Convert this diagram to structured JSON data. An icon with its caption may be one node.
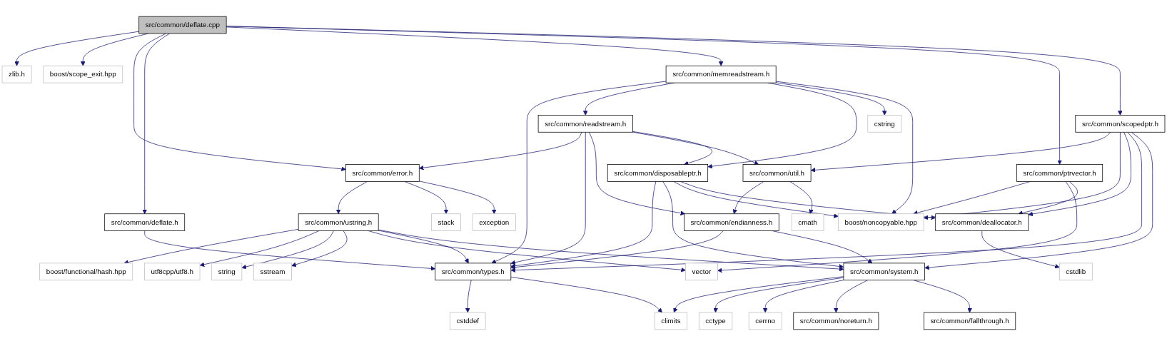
{
  "diagram": {
    "nodes": [
      {
        "text": [
          "src/common/deflate.cpp"
        ]
      },
      {
        "text": [
          "zlib.h"
        ]
      },
      {
        "text": [
          "boost/scope_exit.hpp"
        ]
      },
      {
        "text": [
          "src/common/memreadstream.h"
        ]
      },
      {
        "text": [
          "src/common/deflate.h"
        ]
      },
      {
        "text": [
          "src/common/readstream.h"
        ]
      },
      {
        "text": [
          "cstring"
        ]
      },
      {
        "text": [
          "src/common/scopedptr.h"
        ]
      },
      {
        "text": [
          "src/common/error.h"
        ]
      },
      {
        "text": [
          "src/common/util.h"
        ]
      },
      {
        "text": [
          "src/common/disposableptr.h"
        ]
      },
      {
        "text": [
          "src/common/ptrvector.h"
        ]
      },
      {
        "text": [
          "src/common/ustring.h"
        ]
      },
      {
        "text": [
          "stack"
        ]
      },
      {
        "text": [
          "exception"
        ]
      },
      {
        "text": [
          "src/common/endianness.h"
        ]
      },
      {
        "text": [
          "cmath"
        ]
      },
      {
        "text": [
          "boost/noncopyable.hpp"
        ]
      },
      {
        "text": [
          "src/common/deallocator.h"
        ]
      },
      {
        "text": [
          "boost/functional/hash.hpp"
        ]
      },
      {
        "text": [
          "utf8cpp/utf8.h"
        ]
      },
      {
        "text": [
          "string"
        ]
      },
      {
        "text": [
          "sstream"
        ]
      },
      {
        "text": [
          "vector"
        ]
      },
      {
        "text": [
          "src/common/types.h"
        ]
      },
      {
        "text": [
          "src/common/system.h"
        ]
      },
      {
        "text": [
          "cstdlib"
        ]
      },
      {
        "text": [
          "cstddef"
        ]
      },
      {
        "text": [
          "climits"
        ]
      },
      {
        "text": [
          "cctype"
        ]
      },
      {
        "text": [
          "cerrno"
        ]
      },
      {
        "text": [
          "src/common/noreturn.h"
        ]
      },
      {
        "text": [
          "src/common/fallthrough.h"
        ]
      }
    ],
    "edges": [
      {
        "from": 0,
        "to": 1,
        "arrow": "to"
      },
      {
        "from": 0,
        "to": 2,
        "arrow": "to"
      },
      {
        "from": 0,
        "to": 8,
        "arrow": "to"
      },
      {
        "from": 0,
        "to": 4,
        "arrow": "to"
      },
      {
        "from": 0,
        "to": 3,
        "arrow": "to"
      },
      {
        "from": 0,
        "to": 11,
        "arrow": "to"
      },
      {
        "from": 0,
        "to": 7,
        "arrow": "to"
      },
      {
        "from": 3,
        "to": 24,
        "arrow": "to"
      },
      {
        "from": 3,
        "to": 5,
        "arrow": "to"
      },
      {
        "from": 3,
        "to": 10,
        "arrow": "to"
      },
      {
        "from": 3,
        "to": 6,
        "arrow": "to"
      },
      {
        "from": 3,
        "to": 17,
        "arrow": "to"
      },
      {
        "from": 4,
        "to": 24,
        "arrow": "to"
      },
      {
        "from": 5,
        "to": 8,
        "arrow": "to"
      },
      {
        "from": 5,
        "to": 24,
        "arrow": "to"
      },
      {
        "from": 5,
        "to": 15,
        "arrow": "to"
      },
      {
        "from": 5,
        "to": 9,
        "arrow": "to"
      },
      {
        "from": 5,
        "to": 10,
        "arrow": "to"
      },
      {
        "from": 7,
        "to": 9,
        "arrow": "to"
      },
      {
        "from": 7,
        "to": 17,
        "arrow": "to"
      },
      {
        "from": 7,
        "to": 18,
        "arrow": "to"
      },
      {
        "from": 7,
        "to": 24,
        "arrow": "to"
      },
      {
        "from": 7,
        "to": 25,
        "arrow": "to"
      },
      {
        "from": 8,
        "to": 12,
        "arrow": "to"
      },
      {
        "from": 8,
        "to": 13,
        "arrow": "to"
      },
      {
        "from": 8,
        "to": 14,
        "arrow": "to"
      },
      {
        "from": 9,
        "to": 15,
        "arrow": "to"
      },
      {
        "from": 9,
        "to": 16,
        "arrow": "to"
      },
      {
        "from": 10,
        "to": 24,
        "arrow": "to"
      },
      {
        "from": 10,
        "to": 25,
        "arrow": "to"
      },
      {
        "from": 10,
        "to": 17,
        "arrow": "to"
      },
      {
        "from": 10,
        "to": 18,
        "arrow": "to"
      },
      {
        "from": 11,
        "to": 17,
        "arrow": "to"
      },
      {
        "from": 11,
        "to": 23,
        "arrow": "to"
      },
      {
        "from": 11,
        "to": 18,
        "arrow": "to"
      },
      {
        "from": 12,
        "to": 19,
        "arrow": "to"
      },
      {
        "from": 12,
        "to": 20,
        "arrow": "to"
      },
      {
        "from": 12,
        "to": 21,
        "arrow": "to"
      },
      {
        "from": 12,
        "to": 22,
        "arrow": "to"
      },
      {
        "from": 12,
        "to": 23,
        "arrow": "to"
      },
      {
        "from": 12,
        "to": 24,
        "arrow": "to"
      },
      {
        "from": 12,
        "to": 25,
        "arrow": "to"
      },
      {
        "from": 15,
        "to": 24,
        "arrow": "to"
      },
      {
        "from": 15,
        "to": 25,
        "arrow": "to"
      },
      {
        "from": 18,
        "to": 26,
        "arrow": "to"
      },
      {
        "from": 24,
        "to": 27,
        "arrow": "to"
      },
      {
        "from": 24,
        "to": 28,
        "arrow": "to"
      },
      {
        "from": 25,
        "to": 28,
        "arrow": "to"
      },
      {
        "from": 25,
        "to": 29,
        "arrow": "to"
      },
      {
        "from": 25,
        "to": 30,
        "arrow": "to"
      },
      {
        "from": 25,
        "to": 31,
        "arrow": "to"
      },
      {
        "from": 25,
        "to": 32,
        "arrow": "to"
      }
    ]
  }
}
